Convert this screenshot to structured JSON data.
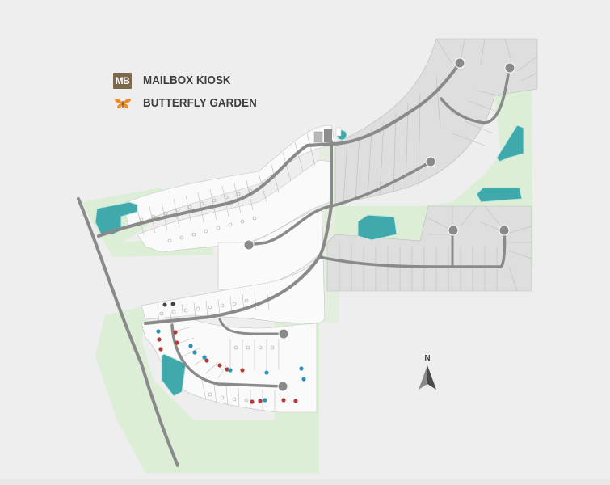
{
  "legend": {
    "items": [
      {
        "icon": "mailbox-kiosk-icon",
        "badge": "MB",
        "label": "MAILBOX KIOSK",
        "color": "#7d6a4c"
      },
      {
        "icon": "butterfly-icon",
        "label": "BUTTERFLY GARDEN",
        "color": "#f08a24"
      }
    ]
  },
  "compass": {
    "label": "N"
  },
  "colors": {
    "background": "#eeeeee",
    "green_space": "#dcefd6",
    "pond": "#3fa9ac",
    "road": "#8a8a8a",
    "lot_light": "#fafafa",
    "lot_gray": "#dedede",
    "lot_line": "#bcbcbc",
    "marker_red": "#b53b35",
    "marker_blue": "#2c93b8"
  },
  "markers": {
    "red": [
      [
        197,
        420
      ],
      [
        199,
        432
      ],
      [
        217,
        411
      ],
      [
        219,
        424
      ],
      [
        256,
        446
      ],
      [
        272,
        452
      ],
      [
        281,
        457
      ],
      [
        300,
        458
      ],
      [
        312,
        497
      ],
      [
        322,
        496
      ],
      [
        351,
        495
      ],
      [
        366,
        496
      ]
    ],
    "blue": [
      [
        196,
        410
      ],
      [
        236,
        428
      ],
      [
        241,
        436
      ],
      [
        253,
        442
      ],
      [
        285,
        458
      ],
      [
        330,
        461
      ],
      [
        373,
        456
      ],
      [
        376,
        469
      ],
      [
        328,
        495
      ]
    ]
  }
}
